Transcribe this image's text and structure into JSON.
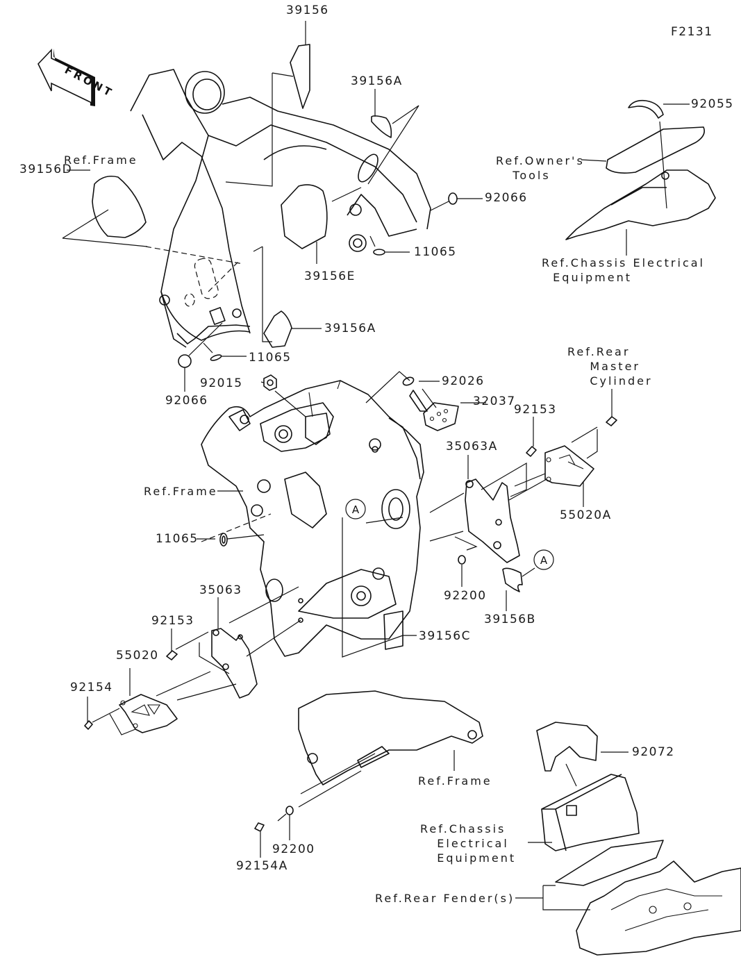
{
  "figure_code": "F2131",
  "front_indicator": "FRONT",
  "reference_marker": "A",
  "labels": {
    "p39156": "39156",
    "p39156A_top": "39156A",
    "p39156D": "39156D",
    "p39156E": "39156E",
    "p39156A_mid": "39156A",
    "p11065_top": "11065",
    "p11065_mid": "11065",
    "p11065_left": "11065",
    "p92066_right": "92066",
    "p92066_left": "92066",
    "p92055": "92055",
    "p92015": "92015",
    "p92026": "92026",
    "p32037": "32037",
    "p92153_right": "92153",
    "p92153_left": "92153",
    "p35063A": "35063A",
    "p35063": "35063",
    "p55020A": "55020A",
    "p55020": "55020",
    "p92154": "92154",
    "p92154A": "92154A",
    "p92200_mid": "92200",
    "p92200_bottom": "92200",
    "p39156B": "39156B",
    "p39156C": "39156C",
    "p92072": "92072"
  },
  "references": {
    "frame_top": "Ref.Frame",
    "frame_mid": "Ref.Frame",
    "frame_bottom": "Ref.Frame",
    "owners_tools": "Ref.Owner's\n   Tools",
    "chassis_electrical_top": "Ref.Chassis Electrical\n  Equipment",
    "rear_master_cylinder": "Ref.Rear\n    Master\n    Cylinder",
    "chassis_electrical_bottom": "Ref.Chassis\n   Electrical\n   Equipment",
    "rear_fenders": "Ref.Rear Fender(s)"
  }
}
